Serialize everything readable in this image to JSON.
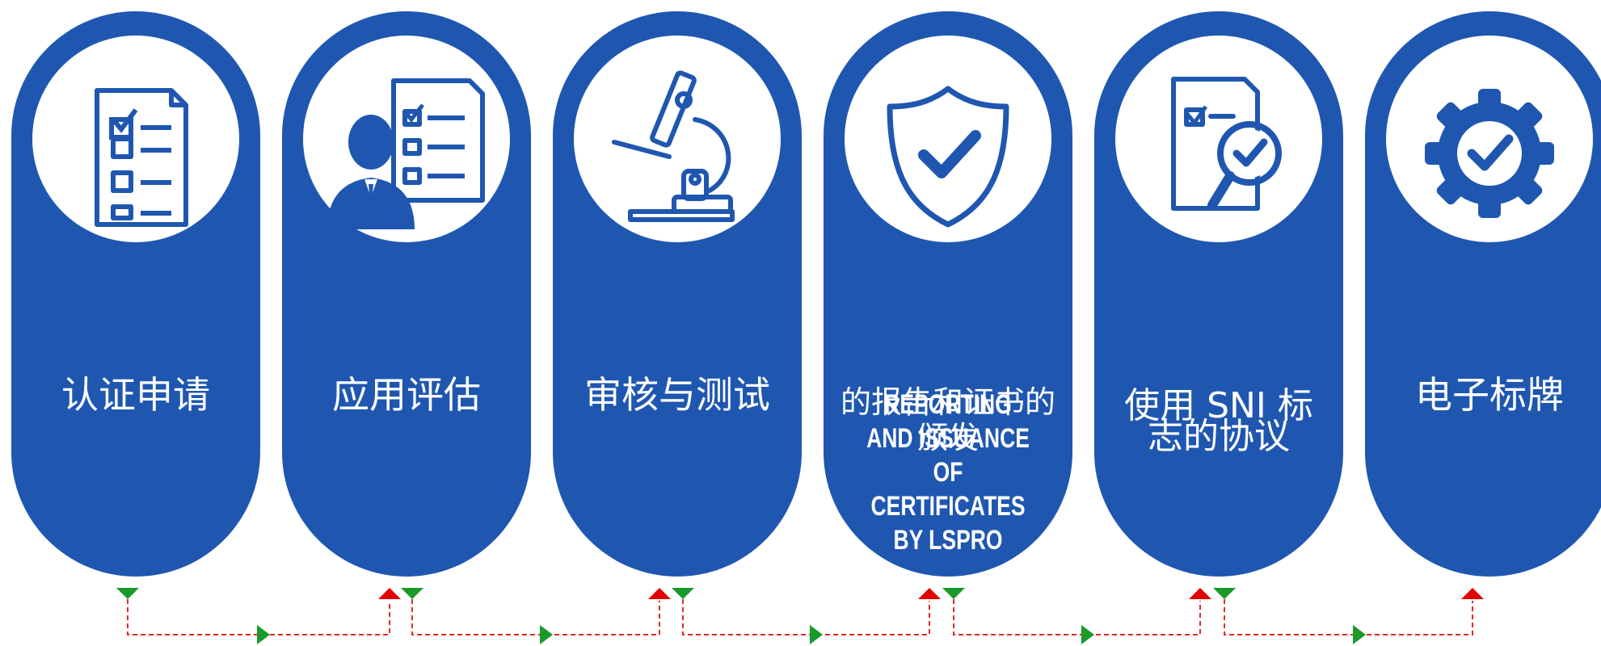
{
  "colors": {
    "panel": "#1f57b0",
    "disc": "#ffffff",
    "icon": "#1f57b0",
    "down_marker": "#1a9a2a",
    "up_marker": "#e00000",
    "flow_line": "#e22b2b"
  },
  "steps": [
    {
      "label": "认证申请",
      "icon": "checklist-document-icon"
    },
    {
      "label": "应用评估",
      "icon": "person-with-checklist-icon"
    },
    {
      "label": "审核与测试",
      "icon": "microscope-icon"
    },
    {
      "label": "的报告和证书的颁发",
      "overlay": "Reporting and Issuance of Certificates by LSPRO",
      "icon": "shield-check-icon"
    },
    {
      "label": "使用 SNI 标志的协议",
      "icon": "document-magnifier-check-icon"
    },
    {
      "label": "电子标牌",
      "icon": "gear-check-icon"
    }
  ]
}
